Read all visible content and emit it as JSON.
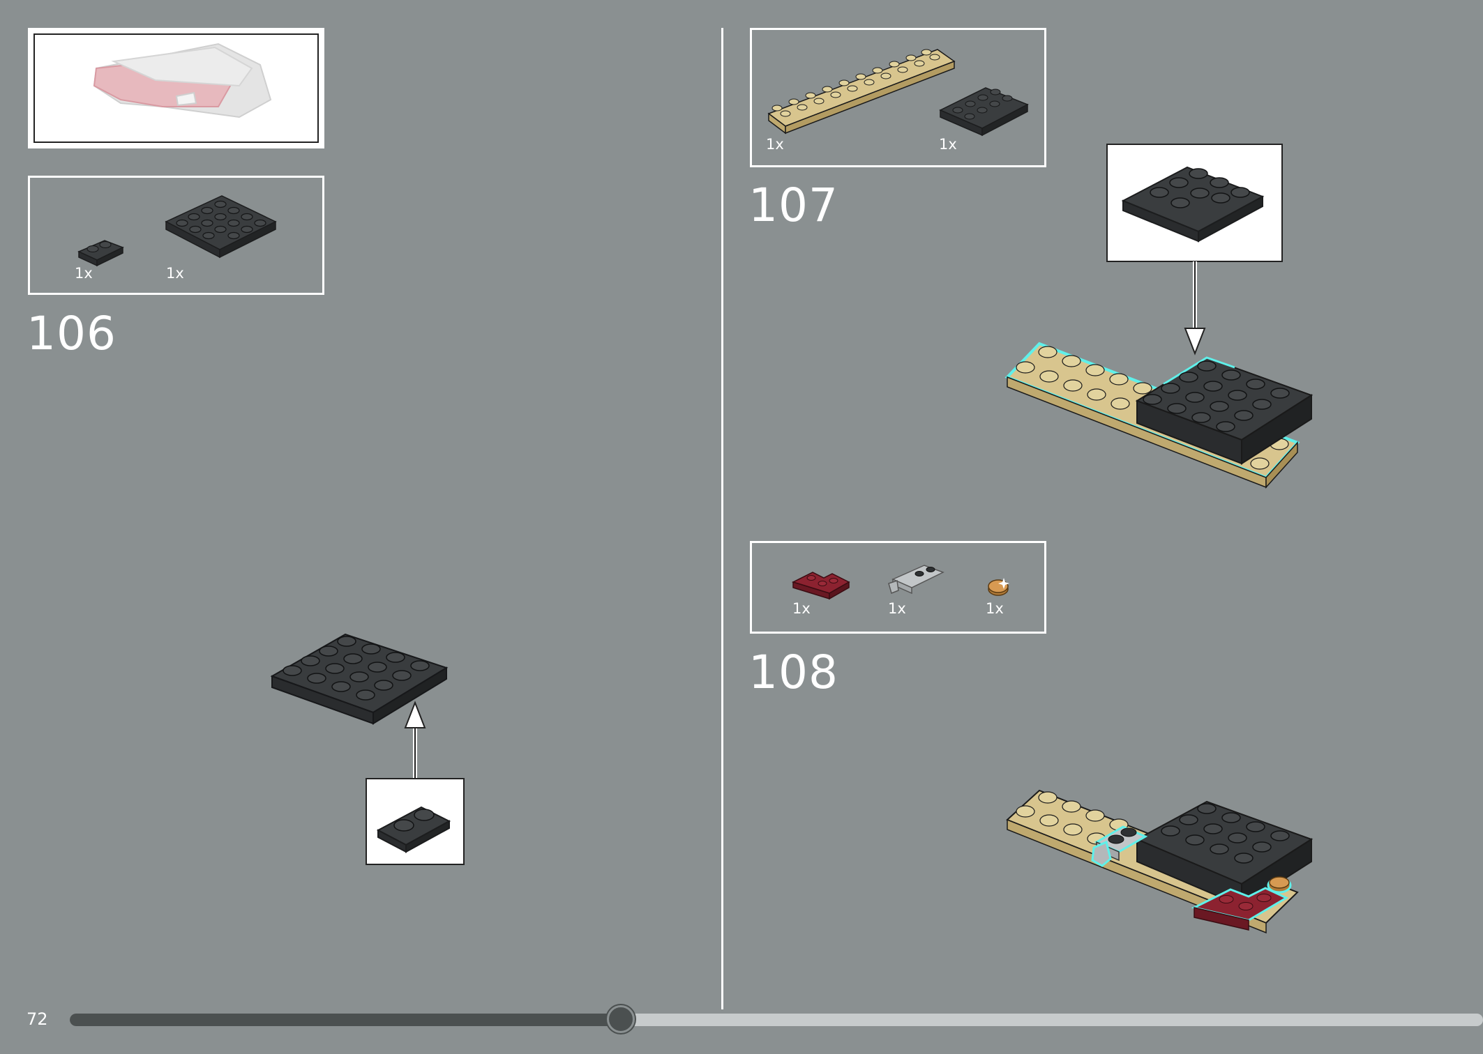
{
  "page": {
    "number": "72"
  },
  "progress": {
    "fraction": 0.39,
    "colors": {
      "track": "#c7cbcc",
      "fill": "#4b5050"
    }
  },
  "steps": [
    {
      "number": "106",
      "parts": [
        {
          "qty": "1x",
          "icon": "black-plate-1x2-icon"
        },
        {
          "qty": "1x",
          "icon": "black-plate-4x4-icon"
        }
      ]
    },
    {
      "number": "107",
      "parts": [
        {
          "qty": "1x",
          "icon": "tan-plate-2x10-icon"
        },
        {
          "qty": "1x",
          "icon": "black-plate-2x4-icon"
        }
      ]
    },
    {
      "number": "108",
      "parts": [
        {
          "qty": "1x",
          "icon": "dark-red-corner-plate-icon"
        },
        {
          "qty": "1x",
          "icon": "gray-clip-plate-icon"
        },
        {
          "qty": "1x",
          "icon": "pearl-gold-round-tile-icon"
        }
      ]
    }
  ],
  "colors": {
    "background": "#8a9091",
    "black_brick": "#2e3133",
    "tan_brick": "#d8c58e",
    "dark_red_brick": "#7d1d2a",
    "highlight": "#5ff0ea"
  }
}
